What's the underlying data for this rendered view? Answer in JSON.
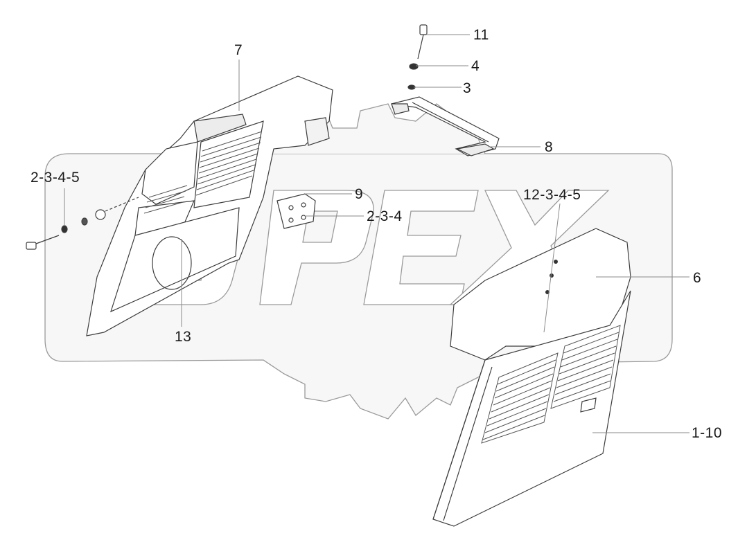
{
  "diagram": {
    "watermark": "OPEX",
    "colors": {
      "background": "#ffffff",
      "watermark_fill": "#f7f7f7",
      "watermark_stroke": "#9a9a9a",
      "part_fill": "#ffffff",
      "part_stroke": "#3c3c3c",
      "grille": "#555555",
      "leader": "#8a8a8a"
    },
    "callouts": {
      "c11": "11",
      "c4": "4",
      "c3": "3",
      "c7": "7",
      "c8": "8",
      "c2345_left": "2-3-4-5",
      "c9": "9",
      "c234": "2-3-4",
      "c12345": "12-3-4-5",
      "c6": "6",
      "c13": "13",
      "c110": "1-10"
    }
  }
}
